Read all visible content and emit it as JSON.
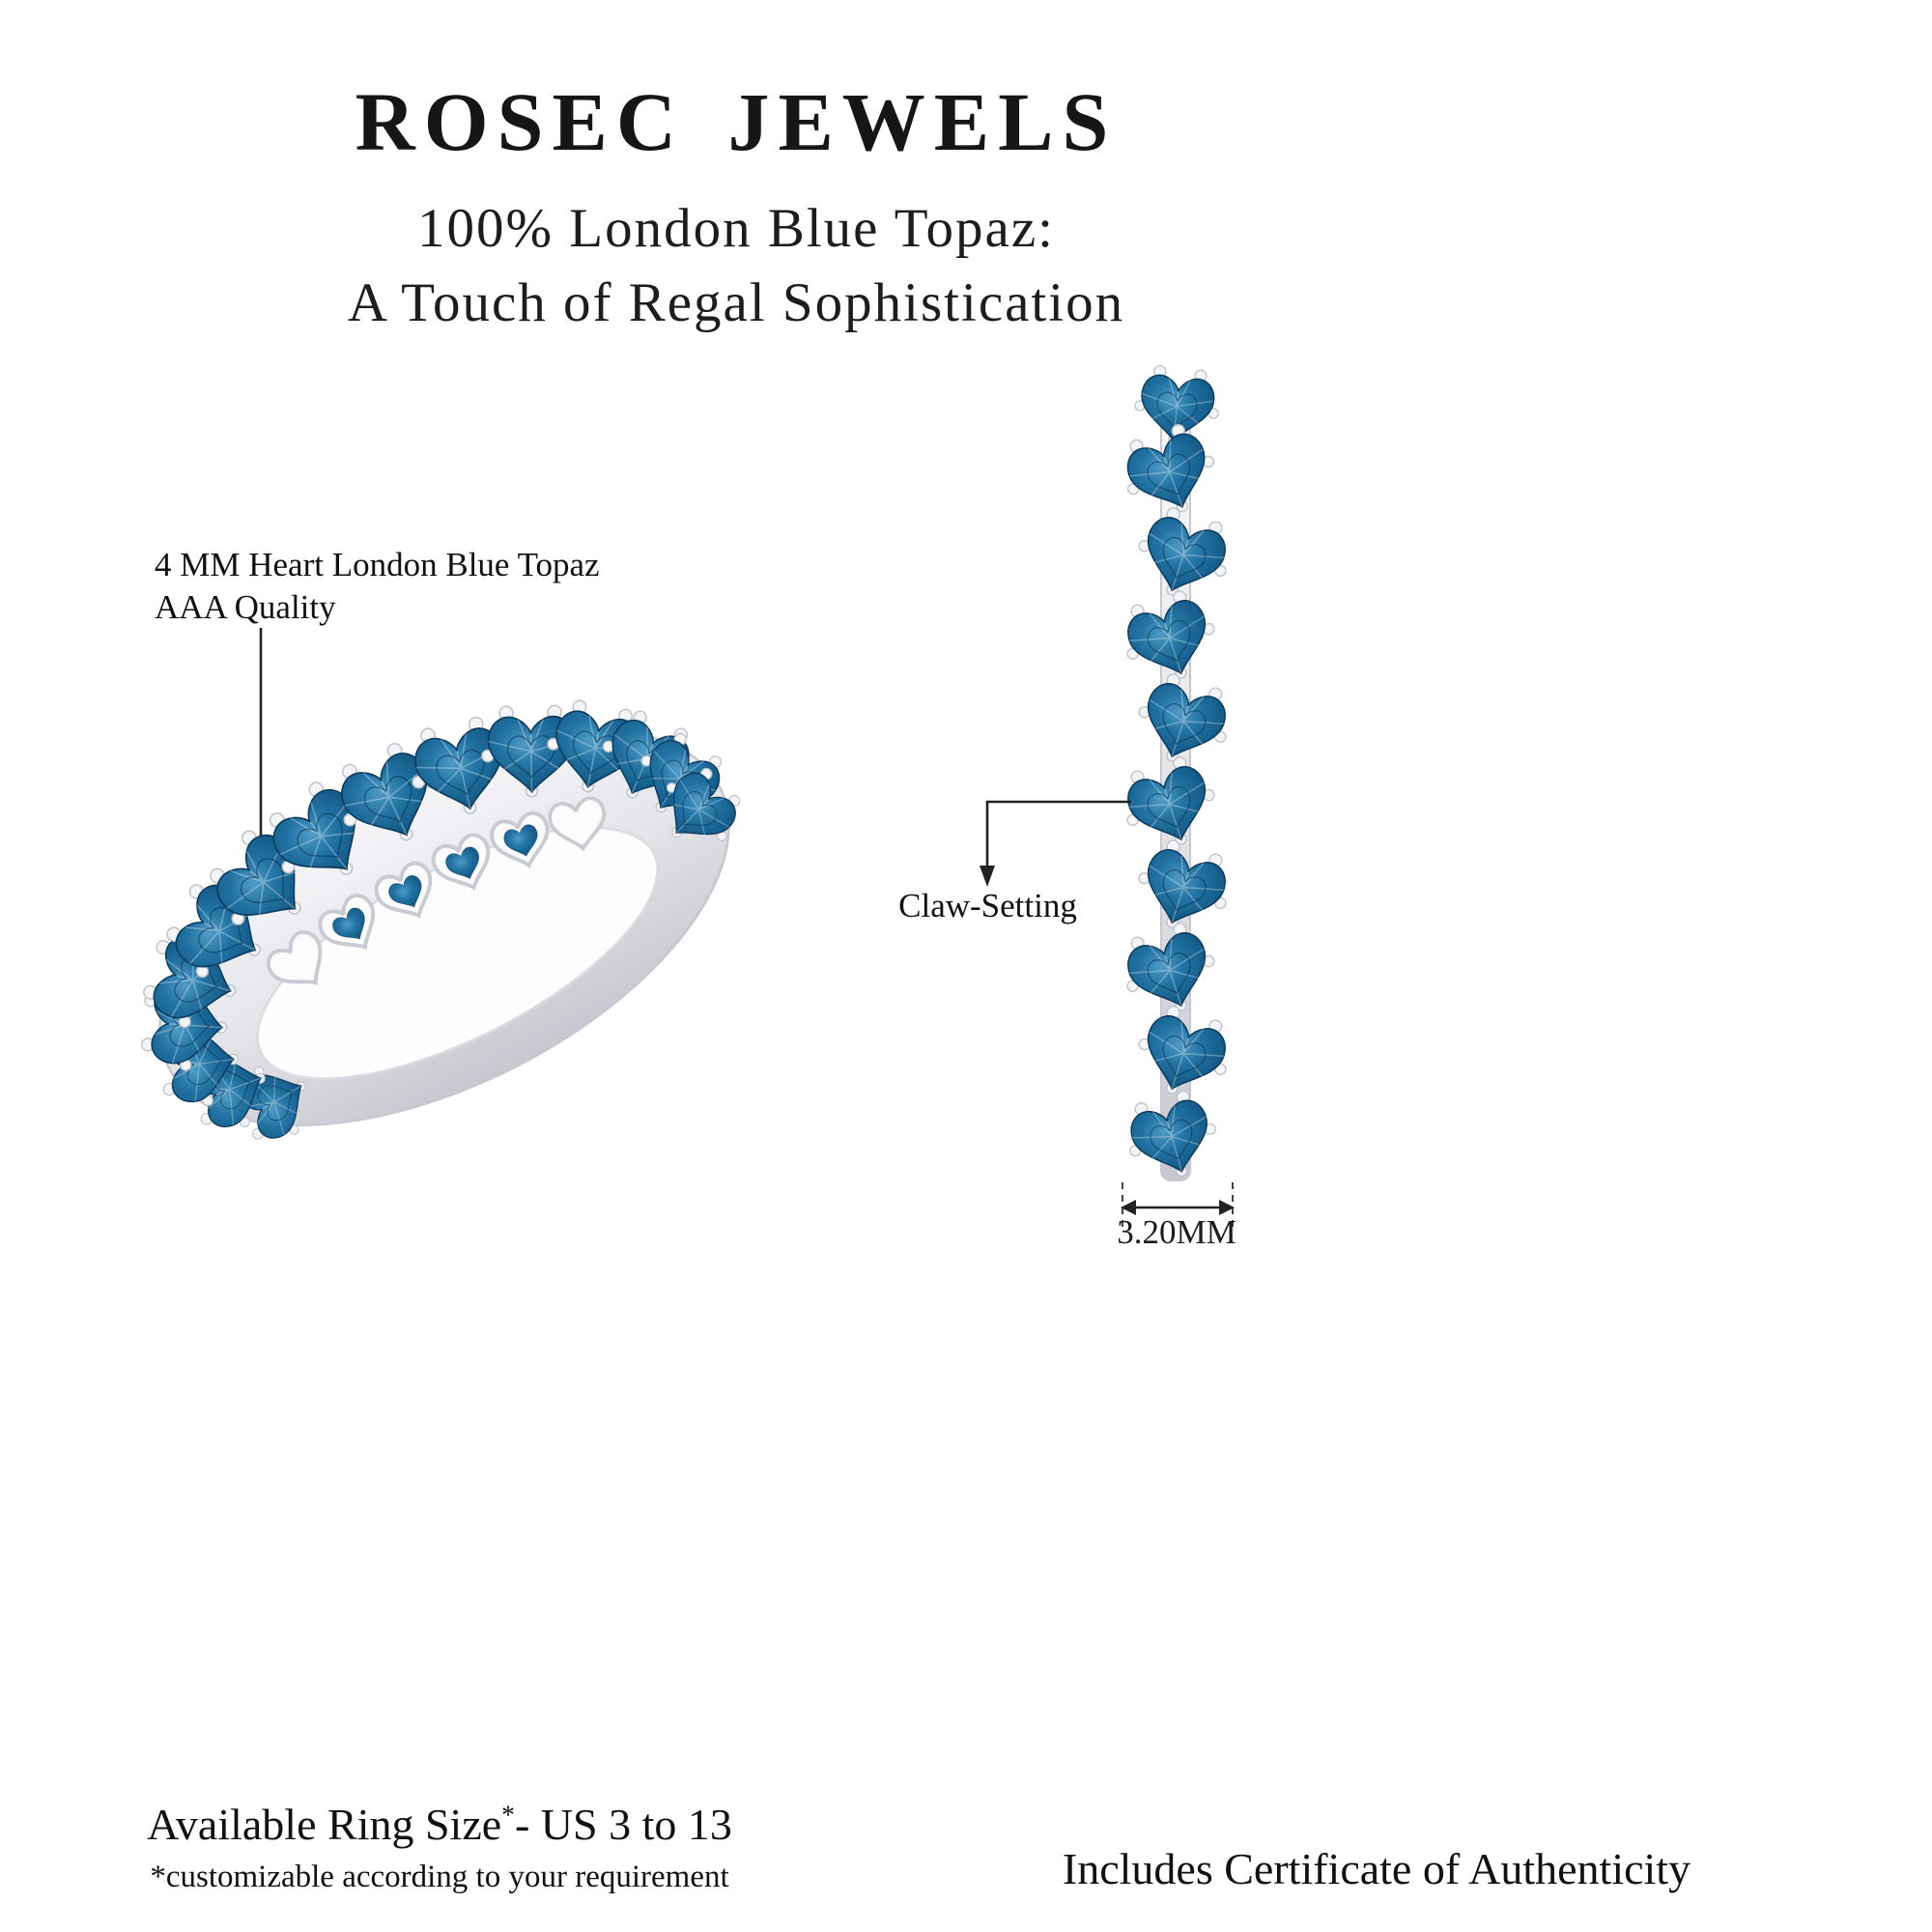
{
  "page": {
    "background": "#ffffff"
  },
  "header": {
    "brand": "ROSEC JEWELS",
    "headline_line1": "100% London Blue Topaz:",
    "headline_line2": "A Touch of Regal Sophistication"
  },
  "product": {
    "stone_annotation_line1": "4 MM Heart London Blue Topaz",
    "stone_annotation_line2": "AAA Quality",
    "setting_annotation": "Claw-Setting",
    "band_width": "3.20MM",
    "stone_color": "#1d6292",
    "stone_color_dark": "#0a3c62",
    "metal_color": "#e4e5e9"
  },
  "footer": {
    "ring_size_label": "Available Ring Size",
    "ring_size_star": "*",
    "ring_size_value": "- US 3 to 13",
    "customizable_note": "*customizable according to your requirement",
    "certificate": "Includes Certificate of Authenticity"
  }
}
